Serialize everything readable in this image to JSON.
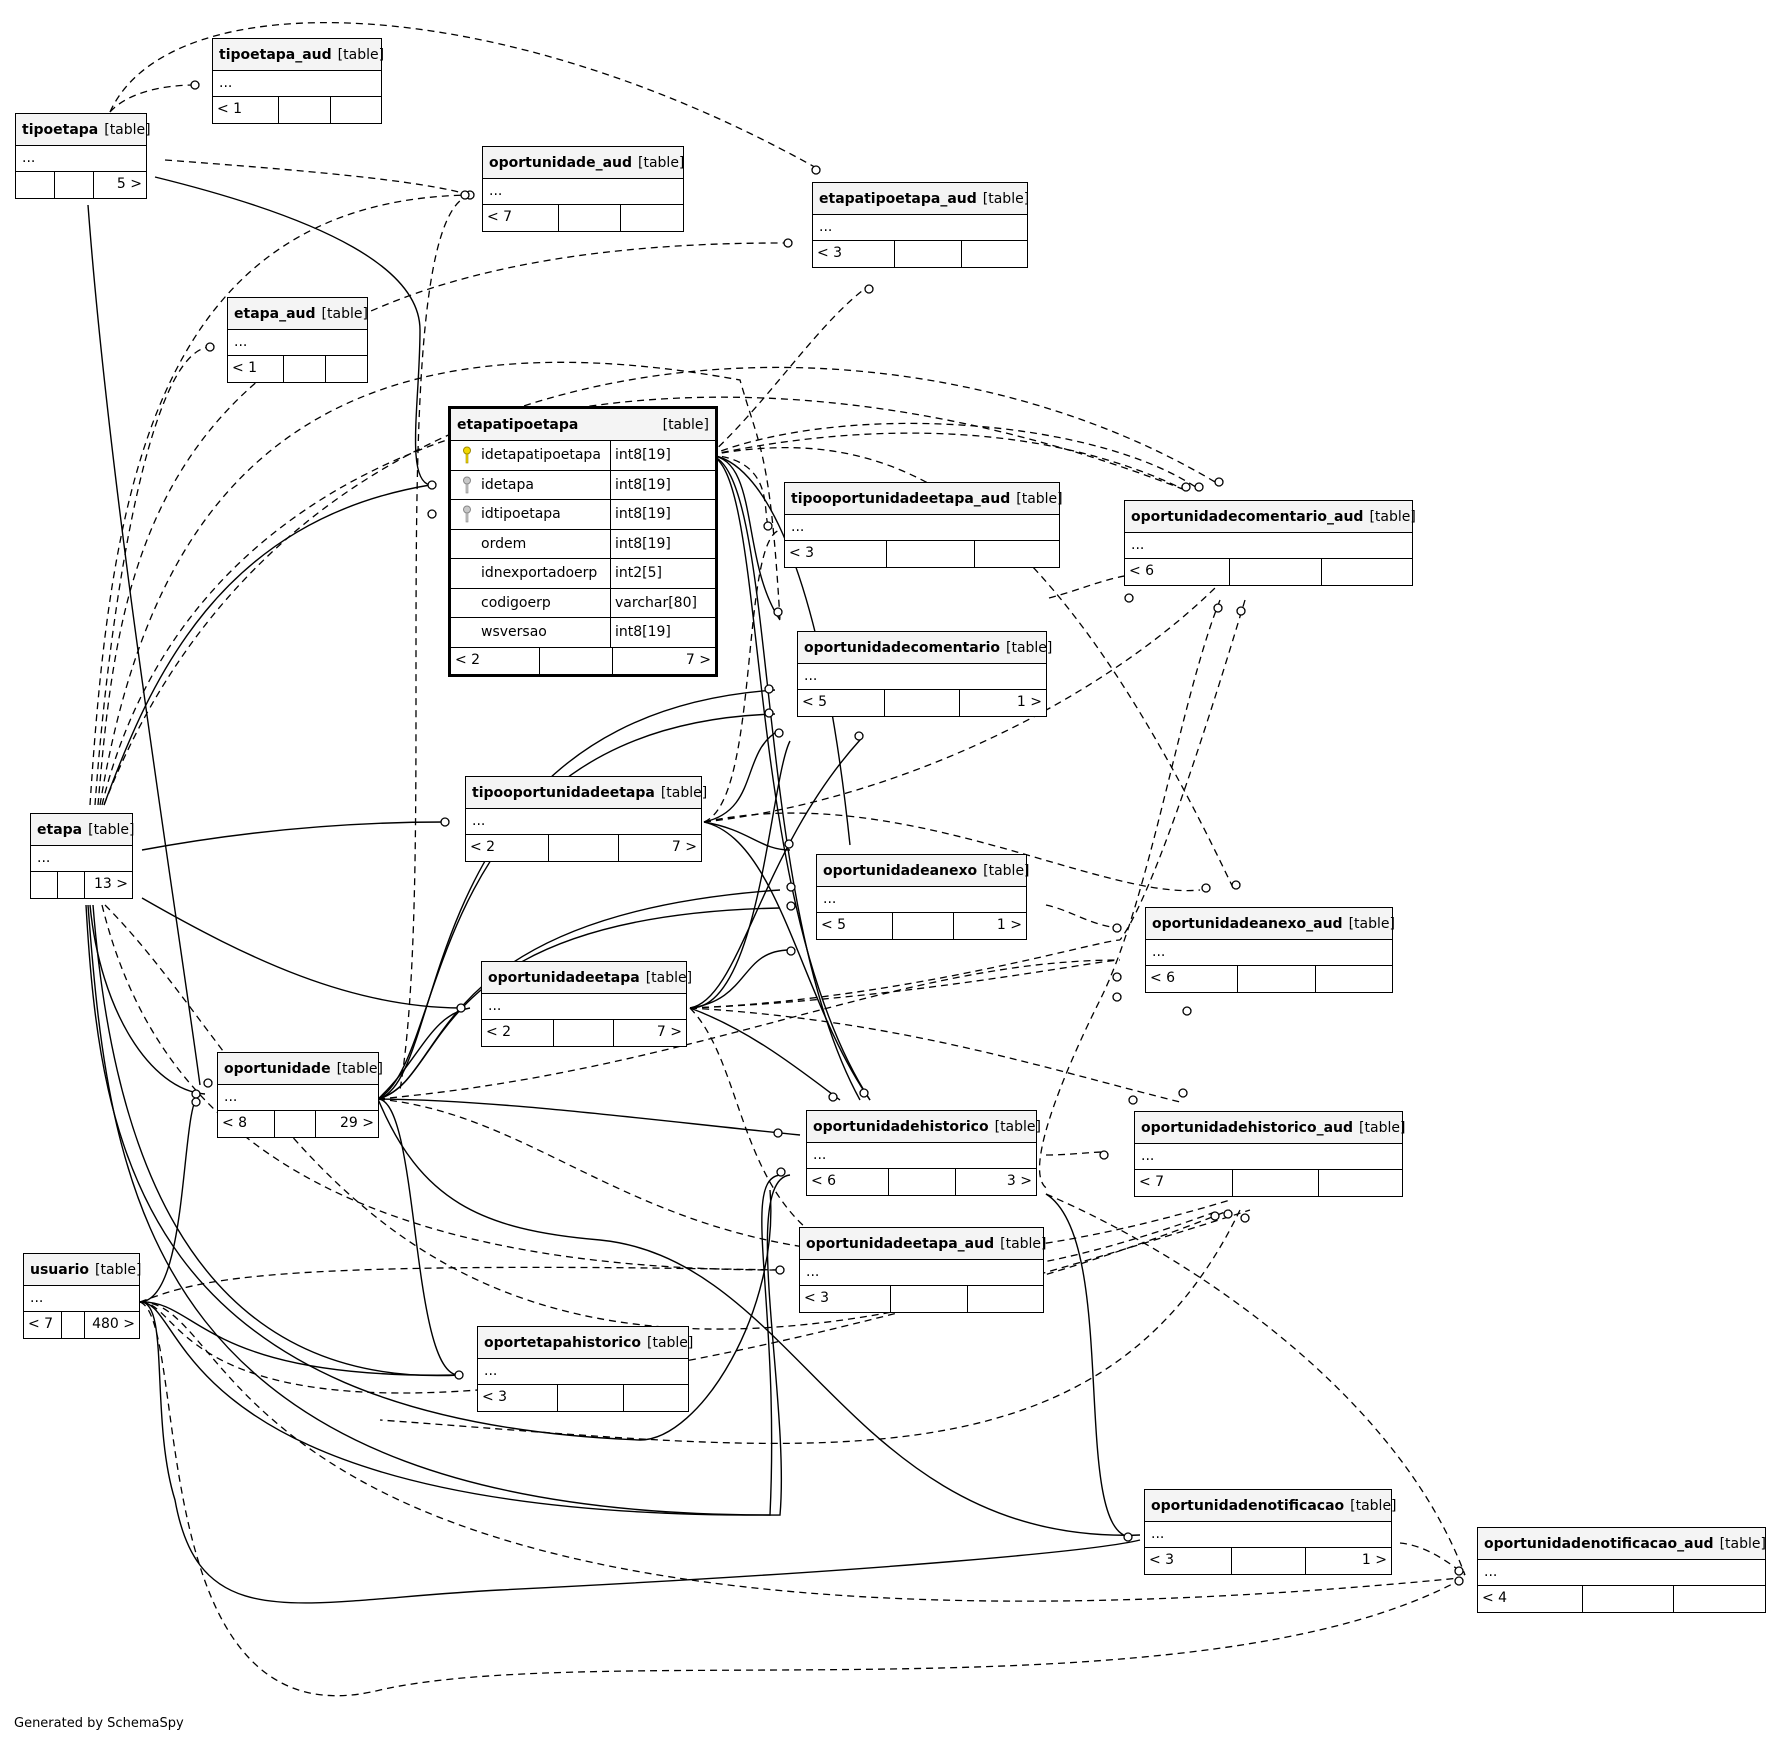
{
  "footer": "Generated by SchemaSpy",
  "tables": {
    "tipoetapa_aud": {
      "name": "tipoetapa_aud",
      "kind": "[table]",
      "body": "...",
      "foot": [
        "< 1",
        "",
        ""
      ]
    },
    "tipoetapa": {
      "name": "tipoetapa",
      "kind": "[table]",
      "body": "...",
      "foot": [
        "",
        "",
        "5 >"
      ]
    },
    "oportunidade_aud": {
      "name": "oportunidade_aud",
      "kind": "[table]",
      "body": "...",
      "foot": [
        "< 7",
        "",
        ""
      ]
    },
    "etapatipoetapa_aud": {
      "name": "etapatipoetapa_aud",
      "kind": "[table]",
      "body": "...",
      "foot": [
        "< 3",
        "",
        ""
      ]
    },
    "etapa_aud": {
      "name": "etapa_aud",
      "kind": "[table]",
      "body": "...",
      "foot": [
        "< 1",
        "",
        ""
      ]
    },
    "etapatipoetapa": {
      "name": "etapatipoetapa",
      "kind": "[table]",
      "columns": [
        {
          "name": "idetapatipoetapa",
          "type": "int8[19]",
          "key": "primary"
        },
        {
          "name": "idetapa",
          "type": "int8[19]",
          "key": "foreign"
        },
        {
          "name": "idtipoetapa",
          "type": "int8[19]",
          "key": "foreign"
        },
        {
          "name": "ordem",
          "type": "int8[19]",
          "key": ""
        },
        {
          "name": "idnexportadoerp",
          "type": "int2[5]",
          "key": ""
        },
        {
          "name": "codigoerp",
          "type": "varchar[80]",
          "key": ""
        },
        {
          "name": "wsversao",
          "type": "int8[19]",
          "key": ""
        }
      ],
      "foot": [
        "< 2",
        "",
        "7 >"
      ]
    },
    "tipooportunidadeetapa_aud": {
      "name": "tipooportunidadeetapa_aud",
      "kind": "[table]",
      "body": "...",
      "foot": [
        "< 3",
        "",
        ""
      ]
    },
    "oportunidadecomentario_aud": {
      "name": "oportunidadecomentario_aud",
      "kind": "[table]",
      "body": "...",
      "foot": [
        "< 6",
        "",
        ""
      ]
    },
    "oportunidadecomentario": {
      "name": "oportunidadecomentario",
      "kind": "[table]",
      "body": "...",
      "foot": [
        "< 5",
        "",
        "1 >"
      ]
    },
    "etapa": {
      "name": "etapa",
      "kind": "[table]",
      "body": "...",
      "foot": [
        "",
        "",
        "13 >"
      ]
    },
    "tipooportunidadeetapa": {
      "name": "tipooportunidadeetapa",
      "kind": "[table]",
      "body": "...",
      "foot": [
        "< 2",
        "",
        "7 >"
      ]
    },
    "oportunidadeanexo": {
      "name": "oportunidadeanexo",
      "kind": "[table]",
      "body": "...",
      "foot": [
        "< 5",
        "",
        "1 >"
      ]
    },
    "oportunidadeanexo_aud": {
      "name": "oportunidadeanexo_aud",
      "kind": "[table]",
      "body": "...",
      "foot": [
        "< 6",
        "",
        ""
      ]
    },
    "oportunidadeetapa": {
      "name": "oportunidadeetapa",
      "kind": "[table]",
      "body": "...",
      "foot": [
        "< 2",
        "",
        "7 >"
      ]
    },
    "oportunidade": {
      "name": "oportunidade",
      "kind": "[table]",
      "body": "...",
      "foot": [
        "< 8",
        "",
        "29 >"
      ]
    },
    "oportunidadehistorico": {
      "name": "oportunidadehistorico",
      "kind": "[table]",
      "body": "...",
      "foot": [
        "< 6",
        "",
        "3 >"
      ]
    },
    "oportunidadehistorico_aud": {
      "name": "oportunidadehistorico_aud",
      "kind": "[table]",
      "body": "...",
      "foot": [
        "< 7",
        "",
        ""
      ]
    },
    "oportunidadeetapa_aud": {
      "name": "oportunidadeetapa_aud",
      "kind": "[table]",
      "body": "...",
      "foot": [
        "< 3",
        "",
        ""
      ]
    },
    "usuario": {
      "name": "usuario",
      "kind": "[table]",
      "body": "...",
      "foot": [
        "< 7",
        "",
        "480 >"
      ]
    },
    "oportetapahistorico": {
      "name": "oportetapahistorico",
      "kind": "[table]",
      "body": "...",
      "foot": [
        "< 3",
        "",
        ""
      ]
    },
    "oportunidadenotificacao": {
      "name": "oportunidadenotificacao",
      "kind": "[table]",
      "body": "...",
      "foot": [
        "< 3",
        "",
        "1 >"
      ]
    },
    "oportunidadenotificacao_aud": {
      "name": "oportunidadenotificacao_aud",
      "kind": "[table]",
      "body": "...",
      "foot": [
        "< 4",
        "",
        ""
      ]
    }
  }
}
